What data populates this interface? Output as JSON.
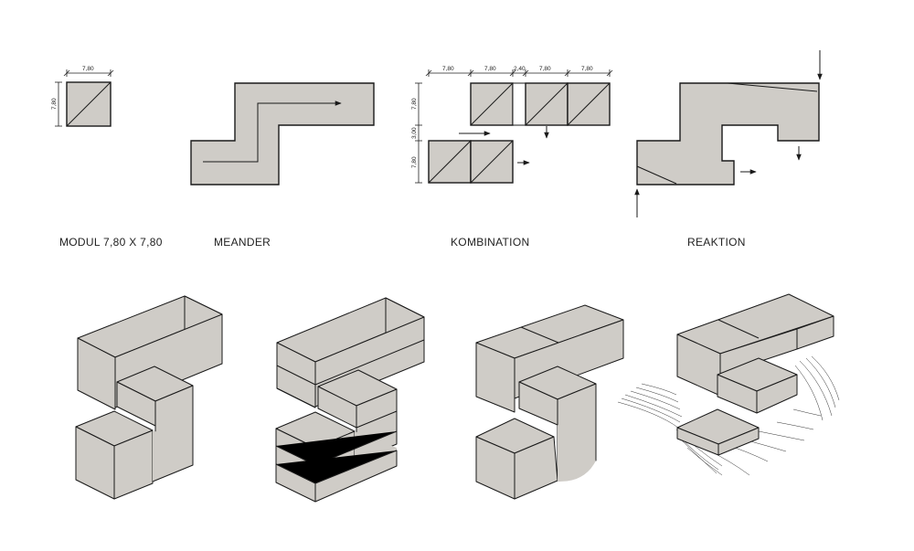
{
  "captions": {
    "modul": "MODUL  7,80 X 7,80",
    "meander": "MEANDER",
    "kombination": "KOMBINATION",
    "reaktion": "REAKTION"
  },
  "dimensions": {
    "modul_width": "7,80",
    "modul_height": "7,80",
    "komb_top_1": "7,80",
    "komb_top_2": "7,80",
    "komb_top_gap": "2,40",
    "komb_top_3": "7,80",
    "komb_top_4": "7,80",
    "komb_left_top": "7,80",
    "komb_left_gap": "3,00",
    "komb_left_bottom": "7,80"
  },
  "colors": {
    "mass": "#cfccc7",
    "line": "#1a1a1a"
  }
}
